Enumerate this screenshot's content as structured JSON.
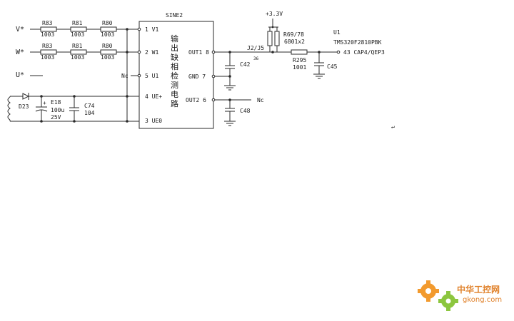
{
  "inputs": {
    "v": "V*",
    "w": "W*",
    "u": "U*"
  },
  "resistors_row1": [
    {
      "ref": "R83",
      "value": "1003"
    },
    {
      "ref": "R81",
      "value": "1003"
    },
    {
      "ref": "R80",
      "value": "1003"
    }
  ],
  "resistors_row2": [
    {
      "ref": "R83",
      "value": "1003"
    },
    {
      "ref": "R81",
      "value": "1003"
    },
    {
      "ref": "R80",
      "value": "1003"
    }
  ],
  "ic": {
    "name": "SINE2",
    "title_chars": [
      "输",
      "出",
      "缺",
      "相",
      "检",
      "测",
      "电",
      "路"
    ],
    "pins_left": [
      "1 V1",
      "2 W1",
      "5 U1",
      "4 UE+",
      "3 UE0"
    ],
    "pins_right": [
      "OUT1 8",
      "GND 7",
      "OUT2 6"
    ],
    "nc_left": "Nc",
    "nc_right": "Nc"
  },
  "power": {
    "label": "+3.3V"
  },
  "pullup": {
    "ref": "R69/78",
    "value": "6801x2"
  },
  "jumper": {
    "ref": "J2/J5",
    "pin": "36"
  },
  "series_res": {
    "ref": "R295",
    "value": "1001"
  },
  "caps": {
    "c42": "C42",
    "c48": "C48",
    "c45": "C45",
    "c74_ref": "C74",
    "c74_value": "104"
  },
  "diode": {
    "ref": "D23"
  },
  "electrolytic": {
    "ref": "E18",
    "value": "100u",
    "voltage": "25V"
  },
  "mcu": {
    "ref": "U1",
    "part": "TMS320F2810PBK",
    "pin": "43 CAP4/QEP3"
  },
  "return_mark": "↵",
  "watermark": {
    "main": "中华工控网",
    "url": "gkong.com",
    "colors": {
      "gear_orange": "#f29a2e",
      "gear_green": "#8cc63f",
      "text": "#e0812a"
    }
  }
}
